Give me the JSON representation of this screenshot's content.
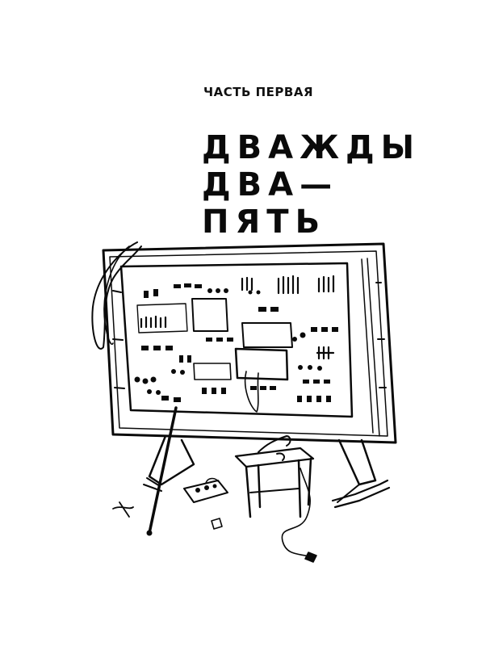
{
  "page": {
    "part_label": "ЧАСТЬ ПЕРВАЯ",
    "title_lines": [
      "ДВАЖДЫ",
      "ДВА—",
      "ПЯТЬ"
    ]
  },
  "colors": {
    "ink": "#0a0a0a",
    "paper": "#ffffff"
  },
  "illustration": {
    "subject": "circuit-board-on-stand-sketch"
  }
}
